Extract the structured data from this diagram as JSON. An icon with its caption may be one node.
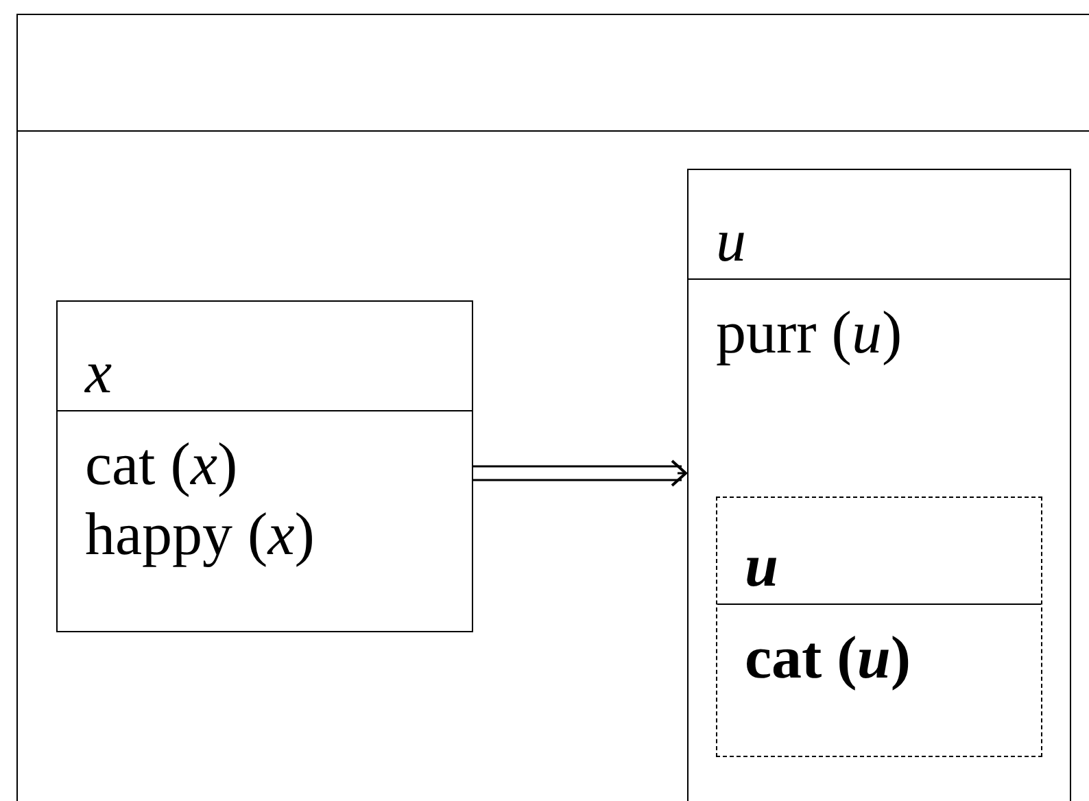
{
  "diagram": {
    "nodes": [
      {
        "text": [],
        "shape": "box"
      },
      {
        "text": [
          "x",
          "cat (*x*)",
          "happy (*x*)"
        ],
        "in": 0
      },
      {
        "text": [
          "u",
          "purr (*u*)"
        ],
        "in": 0
      },
      {
        "text": [
          "u",
          "cat (*u*)"
        ],
        "in": 2
      }
    ],
    "edges": [
      {
        "from": 1,
        "to": 2,
        "arrow": "to"
      }
    ]
  }
}
